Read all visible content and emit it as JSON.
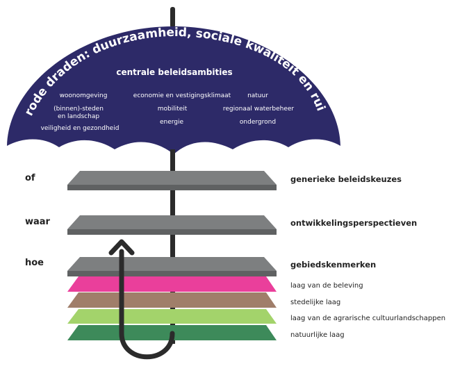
{
  "umbrella": {
    "arc_title": "rode draden: duurzaamheid, sociale kwaliteit en ruimtelijke kwaliteit",
    "heading": "centrale beleidsambities",
    "ambitions": {
      "woonomgeving": "woonomgeving",
      "economie": "economie en vestigingsklimaat",
      "natuur": "natuur",
      "steden_1": "(binnen)-steden",
      "steden_2": "en landschap",
      "mobiliteit": "mobiliteit",
      "waterbeheer": "regionaal waterbeheer",
      "energie": "energie",
      "ondergrond": "ondergrond",
      "veiligheid": "veiligheid en gezondheid"
    },
    "color": "#2d2a68"
  },
  "questions": {
    "of": "of",
    "waar": "waar",
    "hoe": "hoe"
  },
  "levels": {
    "generiek": "generieke beleidskeuzes",
    "ontwikkeling": "ontwikkelingsperspectieven",
    "gebied": "gebiedskenmerken"
  },
  "layers": {
    "beleving": "laag van de beleving",
    "stedelijk": "stedelijke laag",
    "agrarisch": "laag van de agrarische cultuurlandschappen",
    "natuurlijk": "natuurlijke laag"
  },
  "colors": {
    "plate_gray": "#7d7f80",
    "beleving": "#ea3f9b",
    "stedelijk": "#a07e6a",
    "agrarisch": "#a3d36b",
    "natuurlijk": "#3d8a5a",
    "shaft": "#2b2b2b"
  }
}
